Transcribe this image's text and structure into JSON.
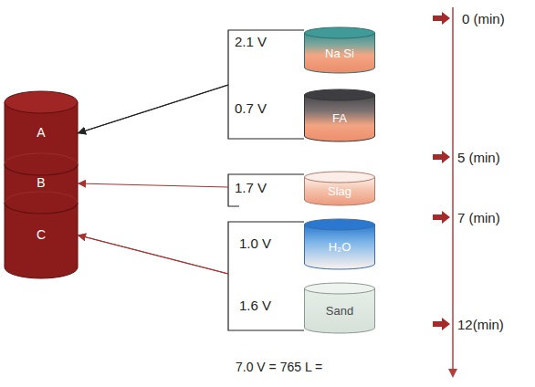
{
  "diagram": {
    "nodes": [
      {
        "text": [
          "A"
        ]
      },
      {
        "text": [
          "B"
        ]
      },
      {
        "text": [
          "C"
        ]
      },
      {
        "text": [
          "Na Si"
        ]
      },
      {
        "text": [
          "FA"
        ]
      },
      {
        "text": [
          "Slag"
        ]
      },
      {
        "text": [
          "H₂O"
        ]
      },
      {
        "text": [
          "Sand"
        ]
      }
    ],
    "edges": [
      {
        "from": 3,
        "to": 0,
        "arrow": "to"
      },
      {
        "from": 4,
        "to": 0,
        "arrow": "to"
      },
      {
        "from": 5,
        "to": 1,
        "arrow": "to"
      },
      {
        "from": 6,
        "to": 2,
        "arrow": "to"
      },
      {
        "from": 7,
        "to": 2,
        "arrow": "to"
      }
    ],
    "labels": [
      "2.1 V",
      "0.7 V",
      "1.7 V",
      "1.0 V",
      "1.6 V",
      "0 (min)",
      "5 (min)",
      "7 (min)",
      "12(min)",
      "7.0 V = 765 L ="
    ]
  }
}
